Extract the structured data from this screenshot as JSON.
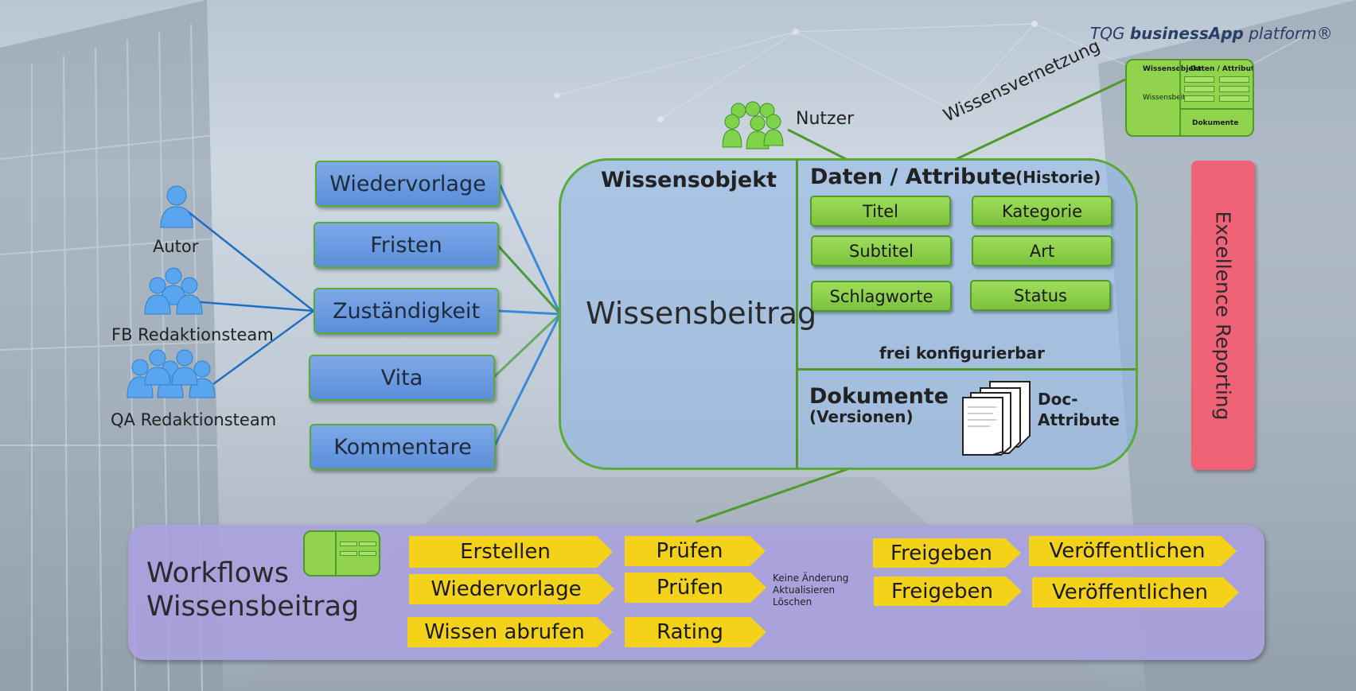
{
  "brand": {
    "prefix": "TQG ",
    "bold": "businessApp",
    "suffix": " platform®"
  },
  "people": [
    {
      "label": "Autor"
    },
    {
      "label": "FB Redaktionsteam"
    },
    {
      "label": "QA Redaktionsteam"
    }
  ],
  "functions": [
    "Wiedervorlage",
    "Fristen",
    "Zuständigkeit",
    "Vita",
    "Kommentare"
  ],
  "user_label": "Nutzer",
  "network_label": "Wissensvernetzung",
  "knowledge_object": {
    "title": "Wissensobjekt",
    "center": "Wissensbeitrag",
    "data_title": "Daten / Attribute",
    "history": "(Historie)",
    "attributes": [
      "Titel",
      "Kategorie",
      "Subtitel",
      "Art",
      "Schlagworte",
      "Status"
    ],
    "configurable": "frei konfigurierbar",
    "docs_title": "Dokumente",
    "docs_sub": "(Versionen)",
    "doc_attr_1": "Doc-",
    "doc_attr_2": "Attribute"
  },
  "thumbnail": {
    "title": "Wissensobjekt",
    "data": "Daten / Attribute",
    "center": "Wissensbeitrag",
    "docs": "Dokumente"
  },
  "reporting": "Excellence Reporting",
  "workflow": {
    "title_1": "Workflows",
    "title_2": "Wissensbeitrag",
    "steps": [
      "Erstellen",
      "Prüfen",
      "Wiedervorlage",
      "Prüfen",
      "Wissen abrufen",
      "Rating",
      "Freigeben",
      "Veröffentlichen",
      "Freigeben",
      "Veröffentlichen"
    ],
    "notes": [
      "Keine Änderung",
      "Aktualisieren",
      "Löschen"
    ]
  },
  "colors": {
    "blue_box": "#6a9be0",
    "green": "#7cc23c",
    "yellow": "#f4d21a",
    "pink": "#f06275",
    "panel": "#aaa0e1"
  }
}
